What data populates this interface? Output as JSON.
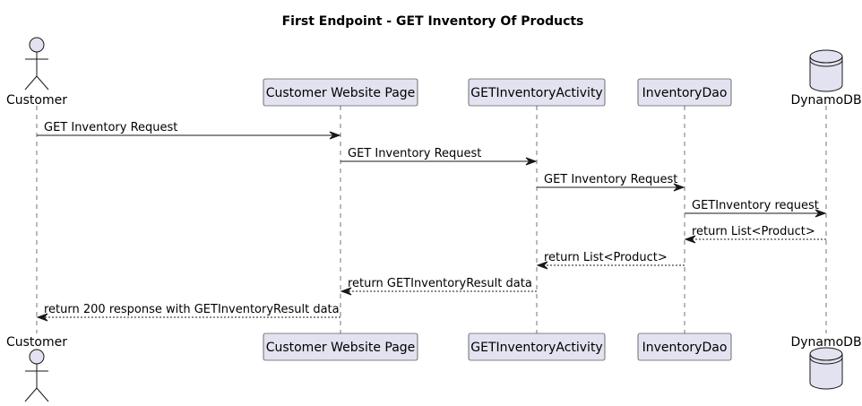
{
  "title": "First Endpoint - GET Inventory Of Products",
  "participants": [
    {
      "name": "Customer",
      "kind": "actor"
    },
    {
      "name": "Customer Website Page",
      "kind": "participant"
    },
    {
      "name": "GETInventoryActivity",
      "kind": "participant"
    },
    {
      "name": "InventoryDao",
      "kind": "participant"
    },
    {
      "name": "DynamoDB",
      "kind": "database"
    }
  ],
  "messages": [
    {
      "from": 0,
      "to": 1,
      "label": "GET Inventory Request",
      "style": "solid"
    },
    {
      "from": 1,
      "to": 2,
      "label": "GET Inventory Request",
      "style": "solid"
    },
    {
      "from": 2,
      "to": 3,
      "label": "GET Inventory Request",
      "style": "solid"
    },
    {
      "from": 3,
      "to": 4,
      "label": "GETInventory request",
      "style": "solid"
    },
    {
      "from": 4,
      "to": 3,
      "label": "return List<Product>",
      "style": "dashed"
    },
    {
      "from": 3,
      "to": 2,
      "label": "return List<Product>",
      "style": "dashed"
    },
    {
      "from": 2,
      "to": 1,
      "label": "return GETInventoryResult data",
      "style": "dashed"
    },
    {
      "from": 1,
      "to": 0,
      "label": "return 200 response with GETInventoryResult data",
      "style": "dashed"
    }
  ]
}
